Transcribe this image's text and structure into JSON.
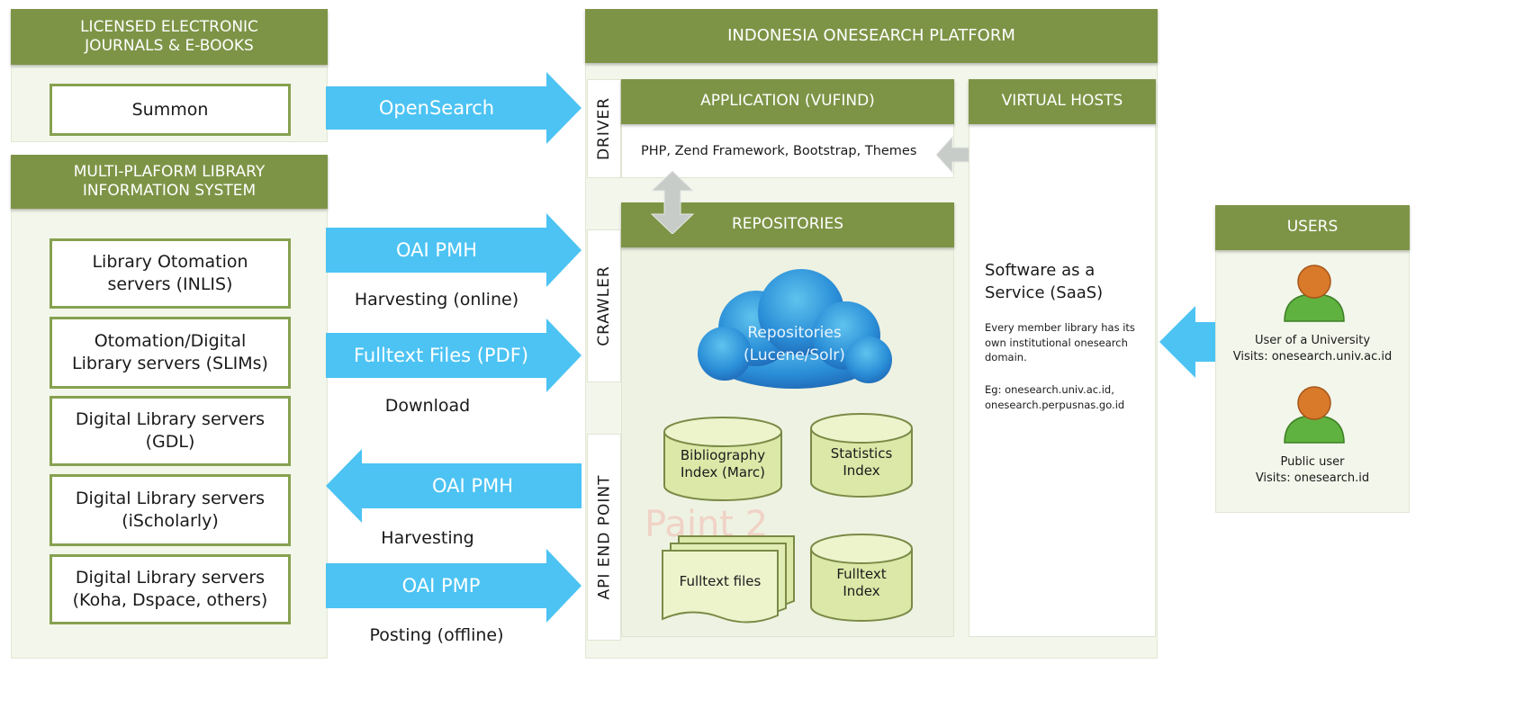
{
  "licensed": {
    "header": "LICENSED ELECTRONIC\nJOURNALS & E-BOOKS",
    "items": [
      "Summon"
    ]
  },
  "mpl": {
    "header": "MULTI-PLAFORM LIBRARY\nINFORMATION SYSTEM",
    "items": [
      "Library Otomation\nservers (INLIS)",
      "Otomation/Digital\nLibrary servers (SLIMs)",
      "Digital Library servers\n(GDL)",
      "Digital Library servers\n(iScholarly)",
      "Digital Library servers\n(Koha, Dspace, others)"
    ]
  },
  "arrows": {
    "opensearch": "OpenSearch",
    "oai_pmh_in": "OAI PMH",
    "harvest_online": "Harvesting (online)",
    "fulltext": "Fulltext Files (PDF)",
    "download": "Download",
    "oai_pmh_out": "OAI PMH",
    "harvesting": "Harvesting",
    "oai_pmp": "OAI PMP",
    "posting": "Posting (offline)"
  },
  "platform": {
    "title": "INDONESIA ONESEARCH PLATFORM",
    "driver": "DRIVER",
    "crawler": "CRAWLER",
    "api": "API END POINT",
    "application": "APPLICATION (VUFIND)",
    "app_tech": "PHP, Zend Framework, Bootstrap, Themes",
    "repositories": "REPOSITORIES",
    "cloud": "Repositories\n(Lucene/Solr)",
    "cyl_biblio": "Bibliography\nIndex (Marc)",
    "cyl_stats": "Statistics\nIndex",
    "fulltext_files": "Fulltext files",
    "cyl_fulltext": "Fulltext\nIndex",
    "watermark": "Paint 2"
  },
  "vhosts": {
    "title": "VIRTUAL HOSTS",
    "saas": "Software as a\nService (SaaS)",
    "desc": "Every member library has its\nown institutional onesearch\ndomain.",
    "eg": "Eg: onesearch.univ.ac.id,\nonesearch.perpusnas.go.id"
  },
  "users": {
    "title": "USERS",
    "u1": "User of a University\nVisits: onesearch.univ.ac.id",
    "u2": "Public user\nVisits: onesearch.id"
  },
  "colors": {
    "header_green": "#7d9446",
    "box_border": "#86a150",
    "panel_bg": "#f3f6ea",
    "arrow_blue": "#4cc3f3",
    "user_head": "#d9792a",
    "user_body": "#5fb23f"
  }
}
